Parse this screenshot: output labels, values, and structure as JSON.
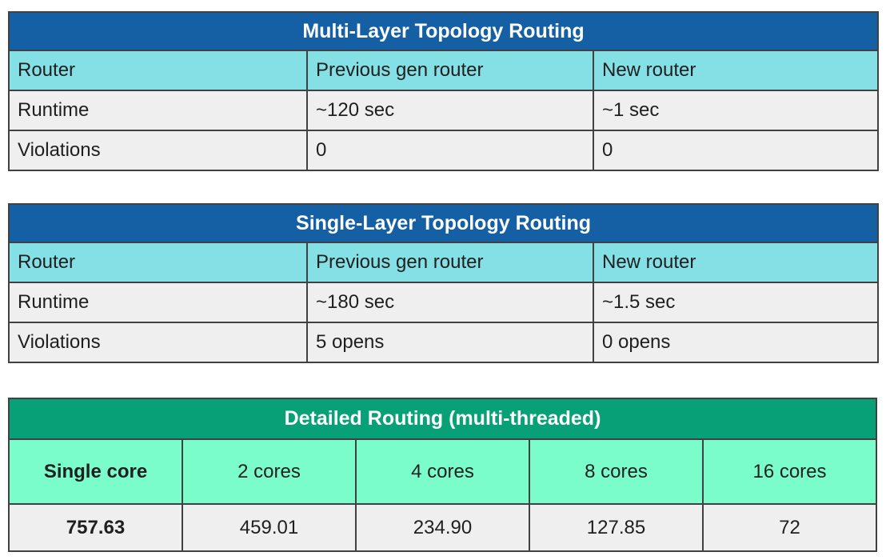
{
  "slide": {
    "background": "#ffffff"
  },
  "colors": {
    "topology_title_bg": "#1560a5",
    "topology_subheader_bg": "#85e0e5",
    "data_row_bg": "#efefef",
    "detailed_title_bg": "#08a076",
    "detailed_subheader_bg": "#7afccb",
    "border": "#414141",
    "title_text": "#ffffff",
    "body_text": "#1f1f1f"
  },
  "tables": [
    {
      "title": "Multi-Layer Topology Routing",
      "columns": [
        "Router",
        "Previous gen router",
        "New router"
      ],
      "rows": [
        [
          "Runtime",
          "~120 sec",
          "~1 sec"
        ],
        [
          "Violations",
          "0",
          "0"
        ]
      ]
    },
    {
      "title": "Single-Layer Topology Routing",
      "columns": [
        "Router",
        "Previous gen router",
        "New router"
      ],
      "rows": [
        [
          "Runtime",
          "~180 sec",
          "~1.5 sec"
        ],
        [
          "Violations",
          "5 opens",
          "0 opens"
        ]
      ]
    },
    {
      "title": "Detailed Routing (multi-threaded)",
      "columns": [
        "Single core",
        "2 cores",
        "4 cores",
        "8 cores",
        "16 cores"
      ],
      "rows": [
        [
          "757.63",
          "459.01",
          "234.90",
          "127.85",
          "72"
        ]
      ]
    }
  ]
}
